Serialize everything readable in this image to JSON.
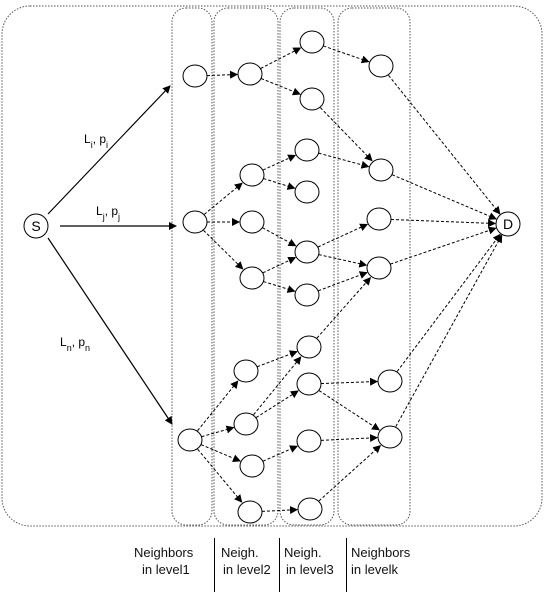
{
  "source_label": "S",
  "destination_label": "D",
  "edge_labels": {
    "top": "Li, pi",
    "middle": "Lj, pj",
    "bottom": "Ln, pn"
  },
  "captions": {
    "level1_line1": "Neighbors",
    "level1_line2": "in level1",
    "level2_line1": "Neigh.",
    "level2_line2": "in level2",
    "level3_line1": "Neigh.",
    "level3_line2": "in level3",
    "levelk_line1": "Neighbors",
    "levelk_line2": "in levelk"
  }
}
